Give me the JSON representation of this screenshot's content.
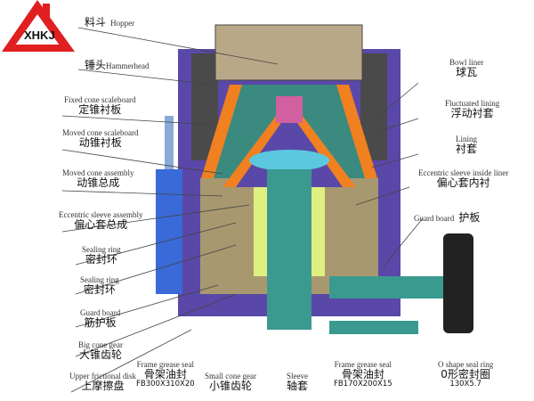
{
  "logo": {
    "text": "XHKJ",
    "color": "#e02020"
  },
  "colors": {
    "frame": "#5a48a8",
    "liner": "#f08020",
    "hopper": "#b8a888",
    "shaft": "#3a9a90",
    "cylinder": "#3a6ad8",
    "pulley": "#222222"
  },
  "labels": {
    "hopper": {
      "cn": "料斗",
      "en": "Hopper"
    },
    "hammerhead": {
      "cn": "锤头",
      "en": "Hammerhead"
    },
    "fixed_cone": {
      "en": "Fixed cone scaleboard",
      "cn": "定锥衬板"
    },
    "moved_cone_scaleboard": {
      "en": "Moved cone scaleboard",
      "cn": "动锥衬板"
    },
    "moved_cone_assembly": {
      "en": "Moved cone assembly",
      "cn": "动锥总成"
    },
    "eccentric_assembly": {
      "en": "Eccentric sleeve assembly",
      "cn": "偏心套总成"
    },
    "sealing_ring_1": {
      "en": "Sealing ring",
      "cn": "密封环"
    },
    "sealing_ring_2": {
      "en": "Sealing ring",
      "cn": "密封环"
    },
    "guard_board_left": {
      "en": "Guard board",
      "cn": "筋护板"
    },
    "big_cone_gear": {
      "en": "Big cone gear",
      "cn": "大锥齿轮"
    },
    "upper_disk": {
      "en": "Upper frictional disk",
      "cn": "上摩擦盘"
    },
    "frame_seal_1": {
      "en": "Frame grease seal",
      "cn": "骨架油封",
      "code": "FB300X310X20"
    },
    "small_cone_gear": {
      "en": "Small cone gear",
      "cn": "小锥齿轮"
    },
    "sleeve": {
      "en": "Sleeve",
      "cn": "轴套"
    },
    "frame_seal_2": {
      "en": "Frame grease seal",
      "cn": "骨架油封",
      "code": "FB170X200X15"
    },
    "o_ring": {
      "en": "O shape seal ring",
      "cn": "0形密封圈",
      "code": "130X5.7"
    },
    "bowl_liner": {
      "en": "Bowl liner",
      "cn": "球瓦"
    },
    "fluctuated_lining": {
      "en": "Fluctuated lining",
      "cn": "浮动衬套"
    },
    "lining": {
      "en": "Lining",
      "cn": "衬套"
    },
    "eccentric_inside": {
      "en": "Eccentric sleeve inside liner",
      "cn": "偏心套内衬"
    },
    "guard_board_right": {
      "en": "Guard board",
      "cn": "护板"
    }
  }
}
